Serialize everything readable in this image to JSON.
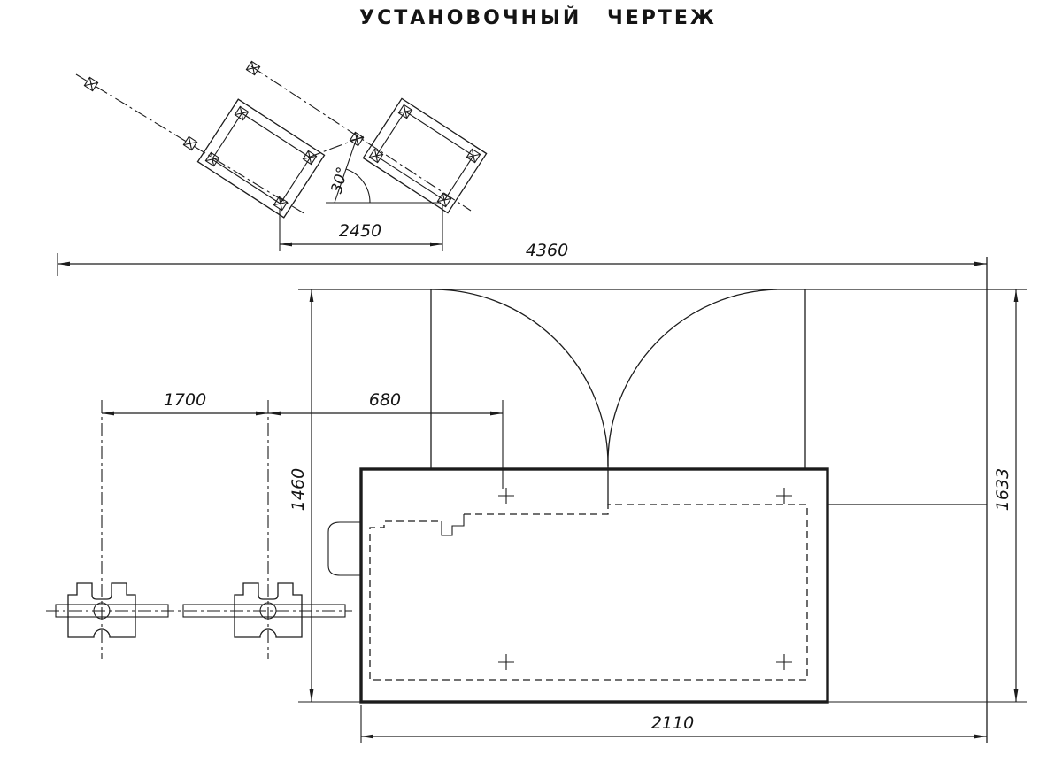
{
  "title": "УСТАНОВОЧНЫЙ ЧЕРТЕЖ",
  "dims": {
    "plates": "2450",
    "overall": "4360",
    "rails": "1700",
    "rail_to_machine": "680",
    "depth_left": "1460",
    "depth_right": "1633",
    "machine": "2110",
    "angle": "30°"
  },
  "colors": {
    "ink": "#1c1c1c",
    "paper": "#ffffff"
  }
}
